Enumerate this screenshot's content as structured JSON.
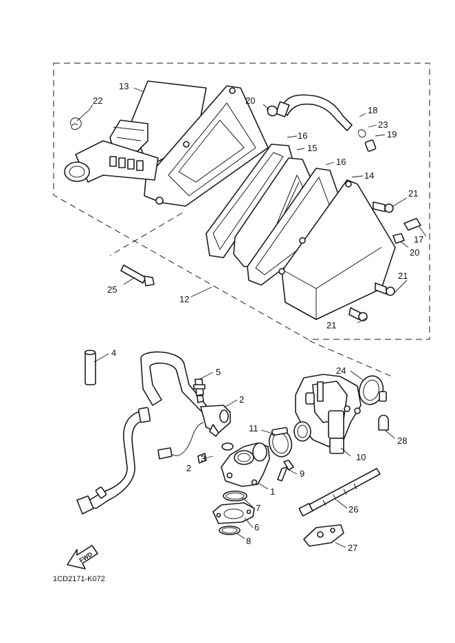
{
  "diagram": {
    "code": "1CD2171-K072",
    "fwd_label": "FWD",
    "callouts": {
      "p1": "1",
      "p2a": "2",
      "p2b": "2",
      "p3": "3",
      "p4": "4",
      "p5": "5",
      "p6": "6",
      "p7": "7",
      "p8": "8",
      "p9": "9",
      "p10": "10",
      "p11": "11",
      "p12": "12",
      "p13": "13",
      "p14": "14",
      "p15": "15",
      "p16a": "16",
      "p16b": "16",
      "p17": "17",
      "p18": "18",
      "p19": "19",
      "p20a": "20",
      "p20b": "20",
      "p21a": "21",
      "p21b": "21",
      "p21c": "21",
      "p22": "22",
      "p23": "23",
      "p24": "24",
      "p25": "25",
      "p26": "26",
      "p27": "27",
      "p28": "28"
    }
  }
}
